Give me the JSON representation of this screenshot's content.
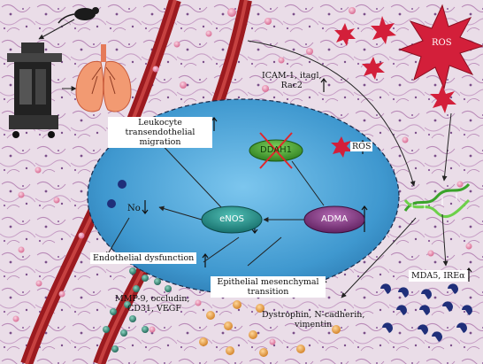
{
  "labels": {
    "icam": "ICAM-1, itagl,",
    "rac2": "Rac2",
    "ros_big": "ROS",
    "ros_small": "ROS",
    "leukocyte_1": "Leukocyte transendothelial",
    "leukocyte_2": "migration",
    "ddah1": "DDAH1",
    "no": "No",
    "enos": "eNOS",
    "adma": "ADMA",
    "endothelial": "Endothelial dysfunction",
    "mmp_1": "MMP-9, occludin,",
    "mmp_2": "CD31, VEGF",
    "emt_1": "Epithelial mesenchymal",
    "emt_2": "transition",
    "dystrophin_1": "Dystrophin, N-cadherin,",
    "dystrophin_2": "vimentin",
    "mda5": "MDA5, IREα"
  },
  "colors": {
    "vessel": "#9c1a1f",
    "ellipse": "#4fa8d8",
    "ros_star": "#d31f3a",
    "enos": "#1e8f8a",
    "adma": "#7c2c7c",
    "ddah1": "#3a9a2a",
    "bead_orange": "#e39a3a",
    "bead_teal": "#2e7f6e",
    "pacman": "#1f2f7a"
  },
  "icons": [
    "mouse-icon",
    "exposure-chamber-icon",
    "lungs-icon",
    "dna-helix-icon",
    "ros-star-icon",
    "cross-icon"
  ]
}
